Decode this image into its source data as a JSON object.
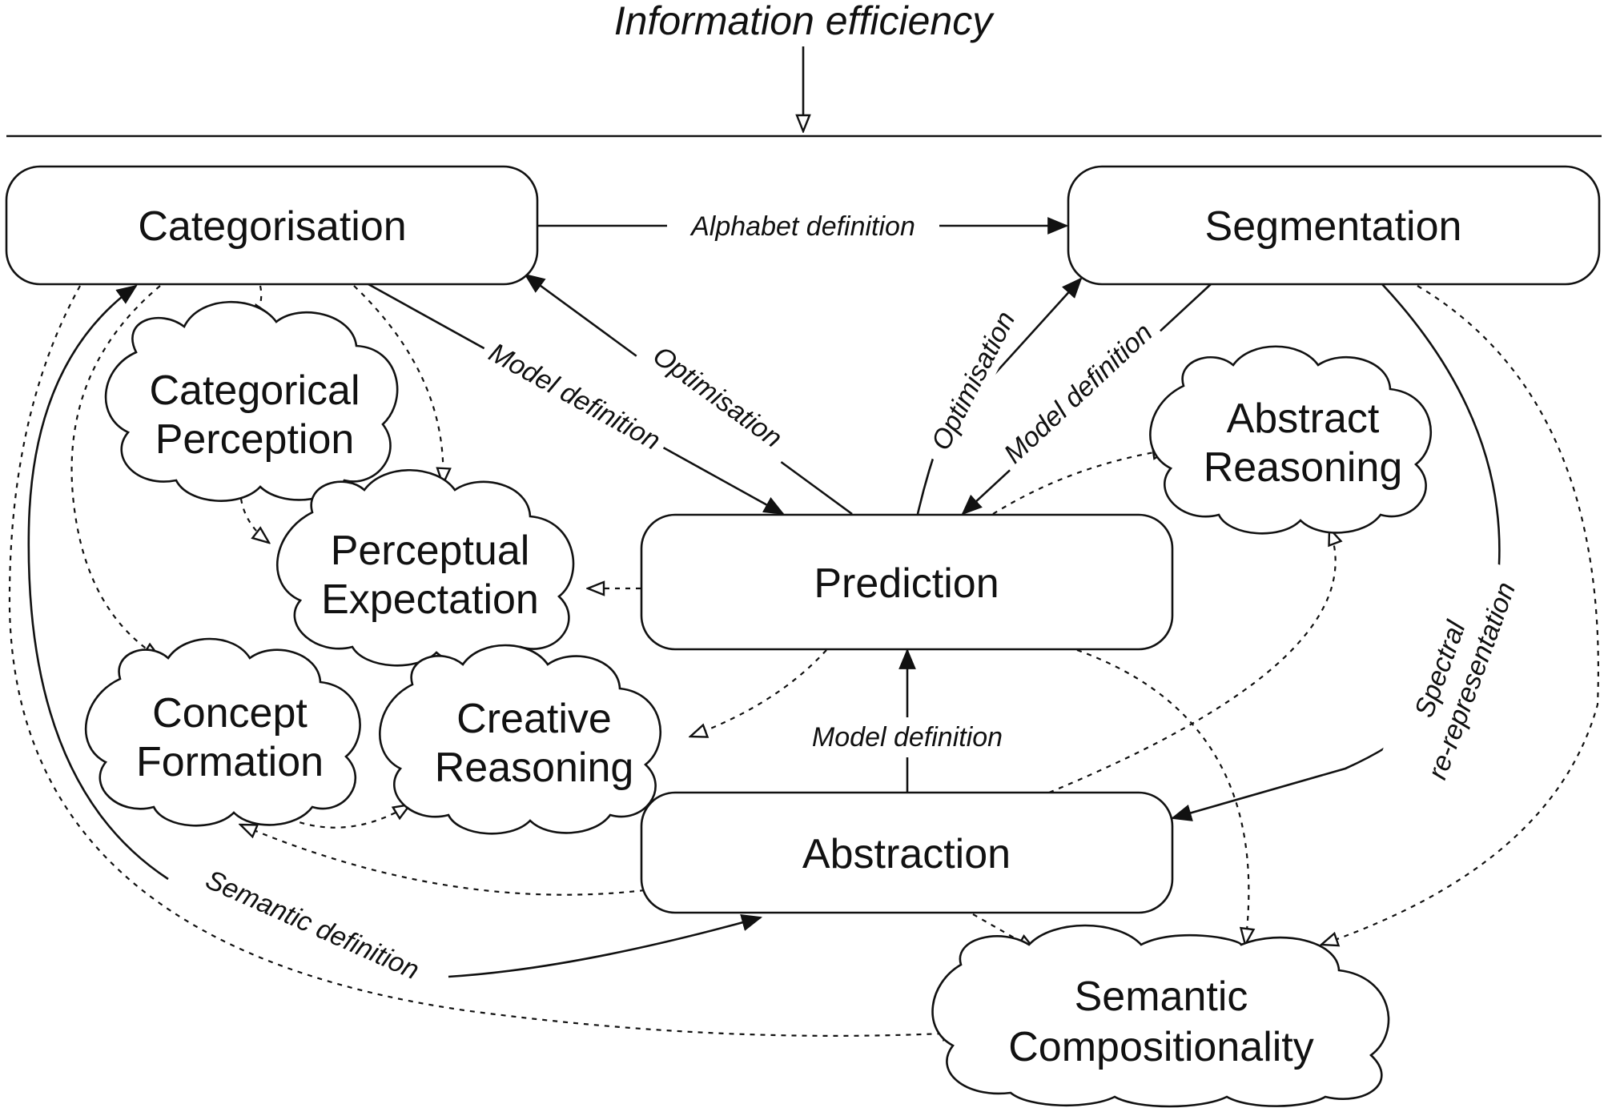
{
  "title": "Information efficiency",
  "nodes": {
    "categorisation": "Categorisation",
    "segmentation": "Segmentation",
    "prediction": "Prediction",
    "abstraction": "Abstraction",
    "categorical_perception": [
      "Categorical",
      "Perception"
    ],
    "perceptual_expectation": [
      "Perceptual",
      "Expectation"
    ],
    "concept_formation": [
      "Concept",
      "Formation"
    ],
    "creative_reasoning": [
      "Creative",
      "Reasoning"
    ],
    "abstract_reasoning": [
      "Abstract",
      "Reasoning"
    ],
    "semantic_compositionality": [
      "Semantic",
      "Compositionality"
    ]
  },
  "edges": {
    "alphabet_definition": "Alphabet definition",
    "model_definition_cat": "Model definition",
    "optimisation_cat": "Optimisation",
    "optimisation_seg": "Optimisation",
    "model_definition_seg": "Model definition",
    "model_definition_abs": "Model definition",
    "spectral": [
      "Spectral",
      "re-representation"
    ],
    "semantic_definition": "Semantic definition"
  }
}
